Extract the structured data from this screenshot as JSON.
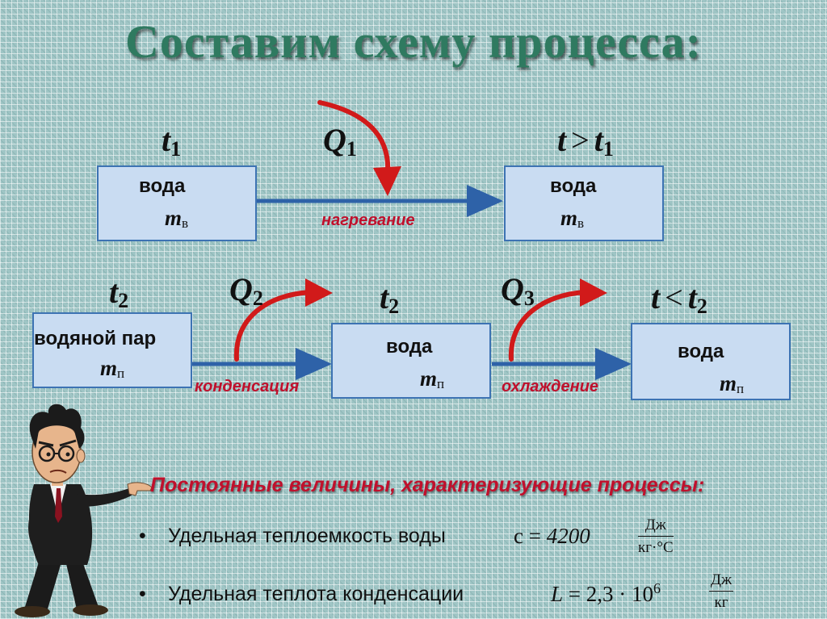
{
  "title": "Составим схему процесса:",
  "row1": {
    "t_left": {
      "var": "t",
      "sub": "1"
    },
    "q": {
      "var": "Q",
      "sub": "1"
    },
    "t_right": {
      "var": "t",
      "op": ">",
      "var2": "t",
      "sub": "1"
    },
    "box_left": {
      "label": "вода",
      "mass_var": "m",
      "mass_sub": "в"
    },
    "box_right": {
      "label": "вода",
      "mass_var": "m",
      "mass_sub": "в"
    },
    "process": "нагревание"
  },
  "row2": {
    "t_left": {
      "var": "t",
      "sub": "2"
    },
    "q_left": {
      "var": "Q",
      "sub": "2"
    },
    "t_mid": {
      "var": "t",
      "sub": "2"
    },
    "q_right": {
      "var": "Q",
      "sub": "3"
    },
    "t_right": {
      "var": "t",
      "op": "<",
      "var2": "t",
      "sub": "2"
    },
    "box_left": {
      "label": "водяной пар",
      "mass_var": "m",
      "mass_sub": "п"
    },
    "box_mid": {
      "label": "вода",
      "mass_var": "m",
      "mass_sub": "п"
    },
    "box_right": {
      "label": "вода",
      "mass_var": "m",
      "mass_sub": "п"
    },
    "process_left": "конденсация",
    "process_right": "охлаждение"
  },
  "constants": {
    "heading": "Постоянные величины, характеризующие процессы:",
    "bullet": "•",
    "items": [
      {
        "text": "Удельная теплоемкость воды",
        "symbol": "c",
        "eq": "=",
        "value": "4200",
        "unit_num": "Дж",
        "unit_den": "кг·°С"
      },
      {
        "text": "Удельная теплота конденсации",
        "symbol": "L",
        "eq": "=",
        "value": "2,3 · 10",
        "exp": "6",
        "unit_num": "Дж",
        "unit_den": "кг"
      }
    ]
  },
  "colors": {
    "title": "#2f7a60",
    "box_fill": "#c9dcf2",
    "box_border": "#3d73b3",
    "arrow_blue": "#2e62a8",
    "arrow_red": "#d11a1a",
    "process_text": "#c0102c"
  },
  "icons": {
    "teacher": "cartoon-teacher-pointing-icon"
  }
}
